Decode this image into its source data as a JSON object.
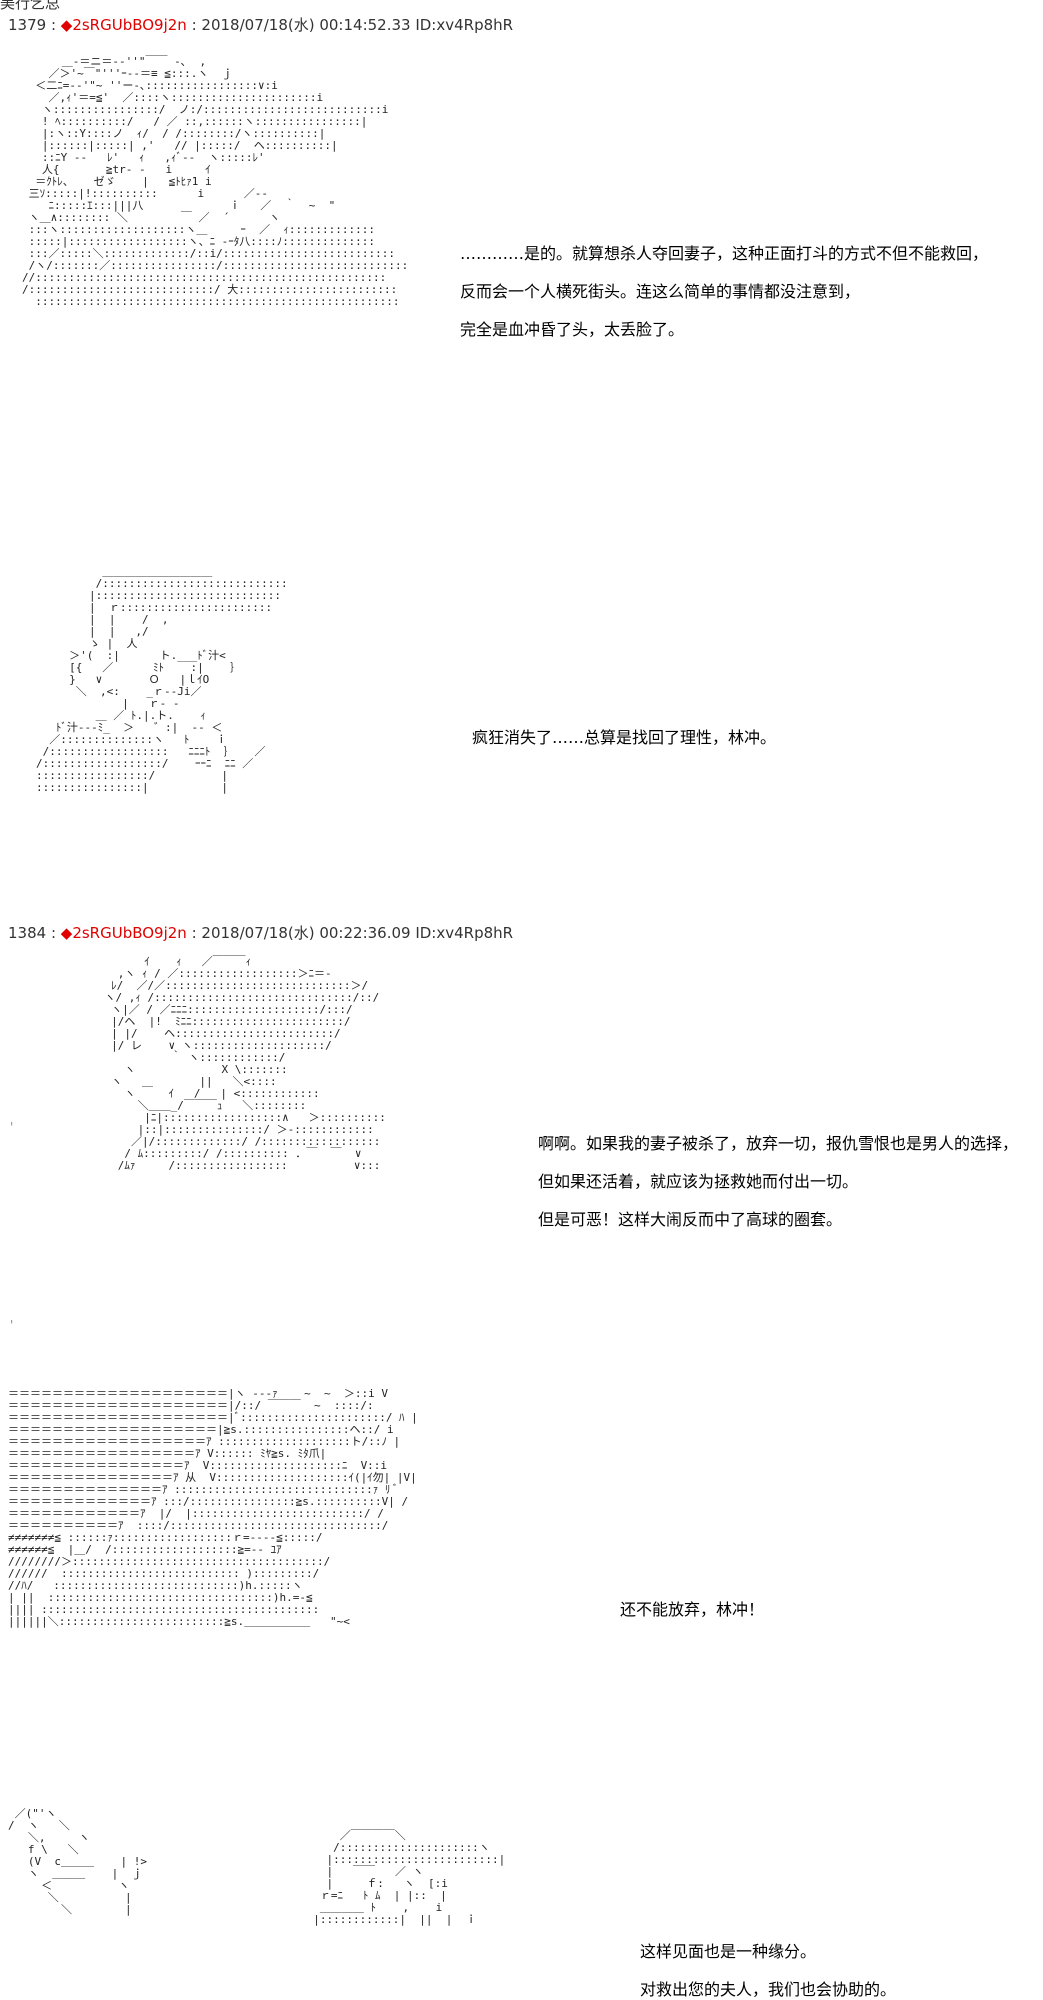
{
  "top_cut_text": "美行乞总",
  "posts": [
    {
      "number": "1379",
      "separator": " : ",
      "trip_mark": "◆2sRGUbBO9j2n",
      "date": " : 2018/07/18(水) 00:14:52.33 ID:xv4Rp8hR",
      "panels": [
        {
          "lines": [
            "…………是的。就算想杀人夺回妻子，这种正面打斗的方式不但不能救回，",
            "反而会一个人横死街头。连这么简单的事情都没注意到，",
            "完全是血冲昏了头，太丢脸了。"
          ]
        },
        {
          "lines": [
            "疯狂消失了……总算是找回了理性，林冲。"
          ]
        }
      ]
    },
    {
      "number": "1384",
      "separator": " : ",
      "trip_mark": "◆2sRGUbBO9j2n",
      "date": " : 2018/07/18(水) 00:22:36.09 ID:xv4Rp8hR",
      "panels": [
        {
          "lines": [
            "啊啊。如果我的妻子被杀了，放弃一切，报仇雪恨也是男人的选择，",
            "但如果还活着，就应该为拯救她而付出一切。",
            "但是可恶！这样大闹反而中了高球的圈套。"
          ]
        },
        {
          "lines": [
            "还不能放弃，林冲！"
          ]
        },
        {
          "lines": [
            "这样见面也是一种缘分。",
            "对救出您的夫人，我们也会协助的。"
          ]
        }
      ]
    }
  ],
  "ascii_art": {
    "figure_1": "      ＿-＝ニ＝-‐''\"￣￣ ‐､  ,\n    ／＞'~￣\"'''ｰ‐-＝≡ ≦:::.ヽ  ｊ\n  ＜二ﾆ=-‐'\"~ ''ー-､:::::::::::::::::∨:i\n    ／,ｨ'＝=≦'  ／::::ヽ::::::::::::::::::::::i\n   ヽ::::::::::::::::/  ノ:/:::::::::::::::::::::::::::i\n   ! ﾍ::::::::::/   / ／ ::,::::::ヽ::::::::::::::::|\n   |:ヽ::Y::::ノ  ｨ/  / /::::::::/ヽ::::::::::|\n   |::::::|:::::| ,'   // |:::::/  ヘ::::::::::|\n   ::ﾆY -‐   ﾚ'   ｨ   ,ｨﾞ-‐  ヽ:::::ﾚ'\n   人{       ≧tr‐ ‐   i     ｲ\n  ＝ｸﾄﾚ、   ゼゞ    |   ≦ﾄﾋｧ1 i\n 三ｿ:::::|!::::::::::      i      ／‐‐\n    ﾆ:::::ｴ:::|||八             ｉ   ／  ｀  ~  \"\n ヽ＿∧:::::::: ＼        ￣ ／  ´      ヽ\n :::ヽ:::::::::::::::::::ヽ＿     ｰ  ／  ｨ:::::::::::::\n :::::|::::::::::::::::::ヽ、ﾆ ‐ｰﾀ八::::ﾉ::::::::::::::\n :::／:::::＼:::::::::::::/::i/::::::::::::::::::::::::::\n /ヽ/:::::::／::::::::::::::::/::::::::::::::::::::::::::::\n//:::::::::::::::::::::::::::::::::::::::::::::::::::::\n/::::::::::::::::::::::::::::/ 大::::::::::::::::::::::::\n  :::::::::::::::::::::::::::::::::::::::::::::::::::::::",
    "figure_2": "          ＿＿＿＿＿＿＿＿＿＿\n         /::::::::::::::::::::::::::::\n        |::::::::::::::::::::::::::::\n        |  ｒ:::::::::::::::::::::::\n        |  |    /  ,\n        |  |   ,/\n        ゝ |  人\n     ＞'(  :|      ト.___ﾄﾞ汁<\n     [{   ／      ﾐﾄ    :|    ｝\n     }   ∨       Ｏ   |ｌｲO\n      ＼  ,<:    _ｒ‐‐Ji／\n             |   ｒ‐ ‐\n         ＿ ／ ﾄ.|.ト.    ｨ\n   ﾄﾞ汁‐‐‐ﾐ_  ＞   ゛:|  ‐‐ ＜\n  ／::::::::::::::ヽ   ﾄ    ｉ\n /::::::::::::::::::   ﾆﾆﾆﾄ  ｝   ／\n/::::::::::::::::::/    ｰｰﾆ  ﾆﾆ ／\n:::::::::::::::::/          |\n::::::::::::::::|           |",
    "figure_3": "          ｲ    ｨ   ／￣￣￣ｨ\n      ,ヽ ｨ / ／::::::::::::::::::＞ﾆ＝-\n     ﾚ/  ／/／::::::::::::::::::::::::::::＞/\n    ヽ/ ,ｨ /::::::::::::::::::::::::::::::/::/\n     ヽ|／ / ／ﾆﾆﾆ::::::::::::::::::::/:::/\n     |/ヘ  |!  ﾐﾆﾆ:::::::::::::::::::::::/\n     | |/    ヘ::::::::::::::::::::::::/\n     |/ レ    ∨ ヽ::::::::::::::::::::/\n              ｀ ヽ::::::::::::/\n       ヽ             X \\:::::::\n     ヽ   ＿       ||   ＼<::::\n       ヽ     ｲ   /   | <::::::::::::\n         ＼＿＿_/￣￣￣ｭ   ＼::::::::\n          |ﾆ|::::::::::::::::::∧   ＞::::::::::\n         |::|:::::::::::::::/ ＞‐::::::::::::\n        ／|/:::::::::::::/ /::::::::::::::::::\n       / ﾑ:::::::::/ /:::::::::: ．￣  ￣  ∨\n      /ﾑｧ     /:::::::::::::::::          ∨:::",
    "figure_4": "＝＝＝＝＝＝＝＝＝＝＝＝＝＝＝＝＝＝＝＝|ヽ ‐‐‐ｧ    ~  ~  ＞::i V\n＝＝＝＝＝＝＝＝＝＝＝＝＝＝＝＝＝＝＝＝|/::/ ￣￣￣  ~  ::::/:\n＝＝＝＝＝＝＝＝＝＝＝＝＝＝＝＝＝＝＝＝|ﾞ::::::::::::::::::::::/ ﾊ |\n＝＝＝＝＝＝＝＝＝＝＝＝＝＝＝＝＝＝＝|≧s.::::::::::::::::ヘ::/ i\n＝＝＝＝＝＝＝＝＝＝＝＝＝＝＝＝＝＝ｱ ::::::::::::::::::::ト/::ﾉ |\n＝＝＝＝＝＝＝＝＝＝＝＝＝＝＝＝＝ｱ V:::::: ﾐﾔ≧s. ﾐﾀ爪|\n＝＝＝＝＝＝＝＝＝＝＝＝＝＝＝＝ｱ  V::::::::::::::::::::ﾆ  V::i\n＝＝＝＝＝＝＝＝＝＝＝＝＝＝＝ｱ 从  V::::::::::::::::::::ｲ(|ｲ勿| |V|\n＝＝＝＝＝＝＝＝＝＝＝＝＝＝ｱ ::::::::::::::::::::::::::::::ｧ ﾘ ﾞ\n＝＝＝＝＝＝＝＝＝＝＝＝＝ｱ :::/::::::::::::::::≧s.::::::::::V| /\n＝＝＝＝＝＝＝＝＝＝＝＝ｱ  |/  |::::::::::::::::::::::::::/ /\n＝＝＝＝＝＝＝＝＝＝ｱ  ::::/::::::::::::::::::::::::::::::::/\n≠≠≠≠≠≠≠≦ ::::::ｧ::::::::::::::::::ｒ=‐‐‐‐≦:::::/\n≠≠≠≠≠≠≦  |＿/  /:::::::::::::::::::≧=‐‐ ﾕｱ\n////////＞::::::::::::::::::::::::::::::::::::::/\n//////  ::::::::::::::::::::::::::: ):::::::::/\n//ﾊ/   ::::::::::::::::::::::::::::)h.:::::ヽ\n| ||  ::::::::::::::::::::::::::::::::::)h.=-≦\n|||| ::::::::::::::::::::::::::::::::::::::::::\n||||||＼:::::::::::::::::::::::::≧s.＿＿＿＿＿＿   \"~<",
    "figure_5": " ／(\"'ヽ\n/  ヽ   ＼\n   ＼,     ヽ\n   f \\   ＼\n   (V  c＿＿＿    | !>\n   ヽ  ＿＿＿    |  ｊ\n     ＜          ヽ\n      ＼          |\n        ＼        |",
    "figure_6": "      ／￣￣￣￣＼\n     /:::::::::::::::::::::ヽ\n    |:::::::::::::::::::::::::|\n    |   ￣￣   ／ ヽ\n    |     ｆ:   ヽ  [:i\n   ｒ=ﾆ   ﾄ ﾑ  | |::  |\n   ＿＿＿＿ ﾄ    ,    i\n  |::::::::::::|  ||  |  ｉ"
  }
}
